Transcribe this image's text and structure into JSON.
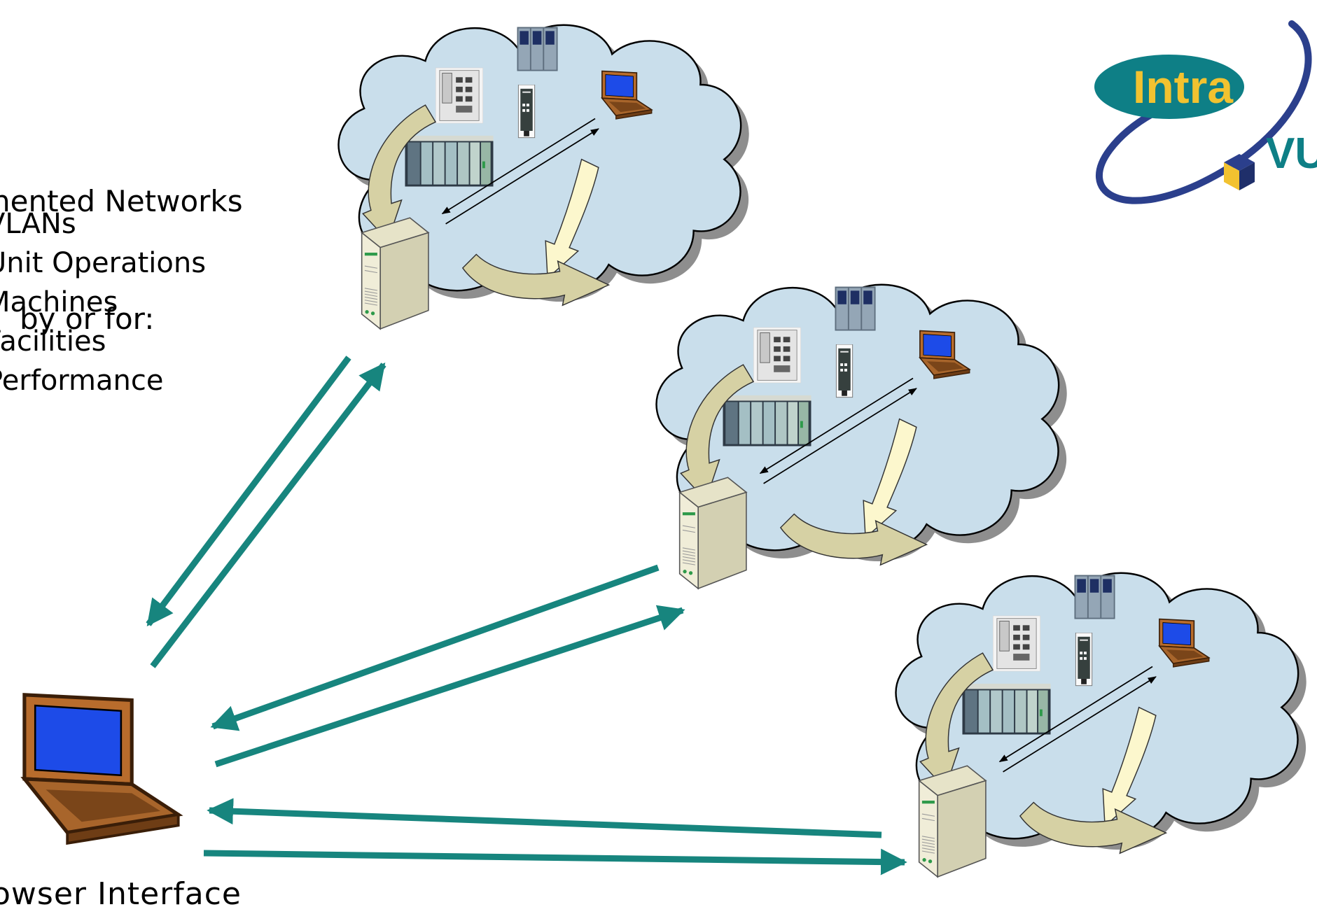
{
  "heading": {
    "line1": "nented Networks",
    "line2": "by or for:"
  },
  "bullets": [
    "VLANs",
    "Unit Operations",
    "Machines",
    "Facilities",
    "Performance"
  ],
  "footer_label": "owser Interface",
  "logo": {
    "word1": "Intra",
    "word2": "VUE"
  },
  "colors": {
    "connector": "#17857E",
    "cloud_fill": "#C9DEEB",
    "cloud_shadow": "#8E8E8E",
    "cycle_tan": "#D6D1A4",
    "cycle_cream": "#FCF7CD",
    "logo_teal": "#0E7F86",
    "logo_yellow": "#F2C230",
    "logo_navy": "#2B3F8C"
  },
  "icons": [
    "laptop-icon",
    "server-tower-icon",
    "din-rail-module-icon",
    "network-switch-icon",
    "plc-rack-icon",
    "media-converter-icon"
  ]
}
